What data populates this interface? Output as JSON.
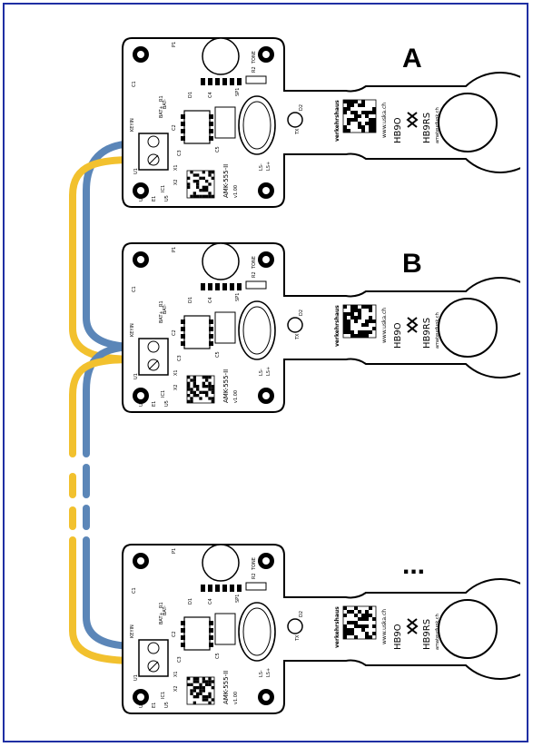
{
  "boards": [
    {
      "label": "A",
      "silk": {
        "top_row": [
          "P1",
          "C1",
          "TONE",
          "R2"
        ],
        "mid": [
          "R1",
          "D1",
          "C4",
          "SP1",
          "C2",
          "D2",
          "TX",
          "C3",
          "C5",
          "LS-",
          "LS+"
        ],
        "left": [
          "KEYIN",
          "BAT+",
          "BAT-",
          "X1",
          "X2",
          "U1",
          "IC1",
          "U1",
          "E1",
          "U5"
        ],
        "model": "AMK-555-II",
        "version": "v1.00",
        "brand": "verkehrshaus",
        "url1": "www.uska.ch",
        "call1": "HB9O",
        "call2": "HB9RS",
        "url2": "amateurfunk.ch"
      }
    },
    {
      "label": "B",
      "silk": {
        "top_row": [
          "P1",
          "C1",
          "TONE",
          "R2"
        ],
        "mid": [
          "R1",
          "D1",
          "C4",
          "SP1",
          "C2",
          "D2",
          "TX",
          "C3",
          "C5",
          "LS-",
          "LS+"
        ],
        "left": [
          "KEYIN",
          "BAT+",
          "BAT-",
          "X1",
          "X2",
          "U1",
          "IC1",
          "U1",
          "E1",
          "U5"
        ],
        "model": "AMK-555-II",
        "version": "v1.00",
        "brand": "verkehrshaus",
        "url1": "www.uska.ch",
        "call1": "HB9O",
        "call2": "HB9RS",
        "url2": "amateurfunk.ch"
      }
    },
    {
      "label": "...",
      "silk": {
        "top_row": [
          "P1",
          "C1",
          "TONE",
          "R2"
        ],
        "mid": [
          "R1",
          "D1",
          "C4",
          "SP1",
          "C2",
          "D2",
          "TX",
          "C3",
          "C5",
          "LS-",
          "LS+"
        ],
        "left": [
          "KEYIN",
          "BAT+",
          "BAT-",
          "X1",
          "X2",
          "U1",
          "IC1",
          "U1",
          "E1",
          "U5"
        ],
        "model": "AMK-555-II",
        "version": "v1.00",
        "brand": "verkehrshaus",
        "url1": "www.uska.ch",
        "call1": "HB9O",
        "call2": "HB9RS",
        "url2": "amateurfunk.ch"
      }
    }
  ],
  "colors": {
    "frame": "#1f2fa3",
    "wire_blue": "#5b86b8",
    "wire_yellow": "#f2c12e",
    "board_fill": "#ffffff",
    "board_stroke": "#000000"
  }
}
